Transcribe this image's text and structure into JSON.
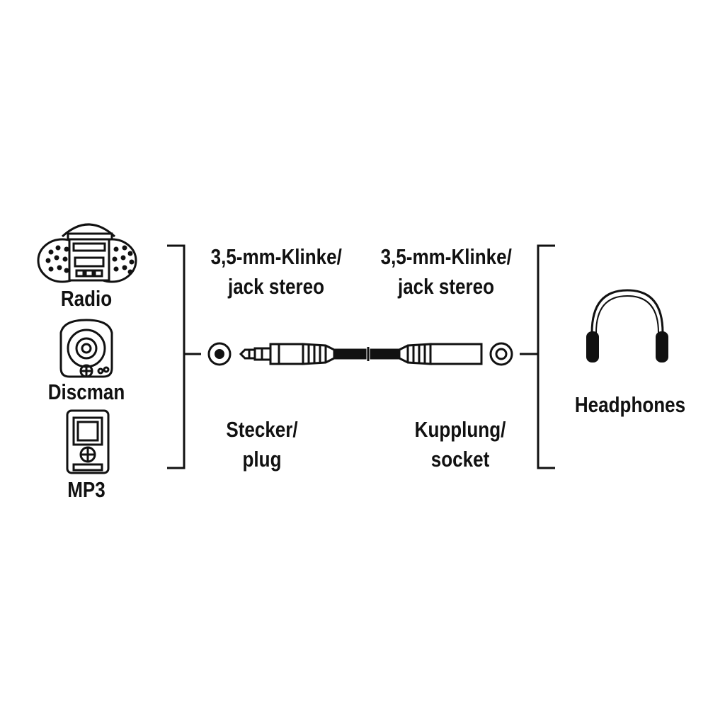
{
  "devices": {
    "radio": {
      "label": "Radio",
      "icon": "boombox-radio-icon"
    },
    "discman": {
      "label": "Discman",
      "icon": "discman-icon"
    },
    "mp3": {
      "label": "MP3",
      "icon": "mp3-player-icon"
    }
  },
  "cable": {
    "left_spec": {
      "line1": "3,5-mm-Klinke/",
      "line2": "jack stereo"
    },
    "right_spec": {
      "line1": "3,5-mm-Klinke/",
      "line2": "jack stereo"
    },
    "left_type": {
      "line1": "Stecker/",
      "line2": "plug"
    },
    "right_type": {
      "line1": "Kupplung/",
      "line2": "socket"
    }
  },
  "output": {
    "label": "Headphones",
    "icon": "headphones-icon"
  }
}
